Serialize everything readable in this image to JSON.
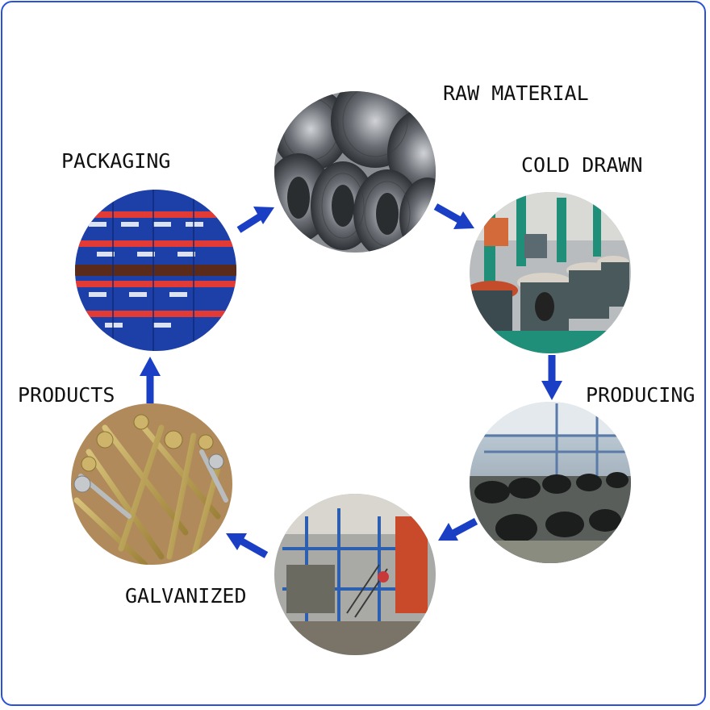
{
  "stages": {
    "raw_material": {
      "label": "RAW MATERIAL",
      "icon": "wire-coil-photo"
    },
    "cold_drawn": {
      "label": "COLD DRAWN",
      "icon": "drawing-machine-photo"
    },
    "producing": {
      "label": "PRODUCING",
      "icon": "factory-floor-photo"
    },
    "galvanized": {
      "label": "GALVANIZED",
      "icon": "galvanizing-line-photo"
    },
    "products": {
      "label": "PRODUCTS",
      "icon": "screws-pile-photo"
    },
    "packaging": {
      "label": "PACKAGING",
      "icon": "boxed-pallets-photo"
    }
  },
  "colors": {
    "frame": "#2a52d6",
    "arrow": "#1a3fc4",
    "label": "#111111"
  }
}
